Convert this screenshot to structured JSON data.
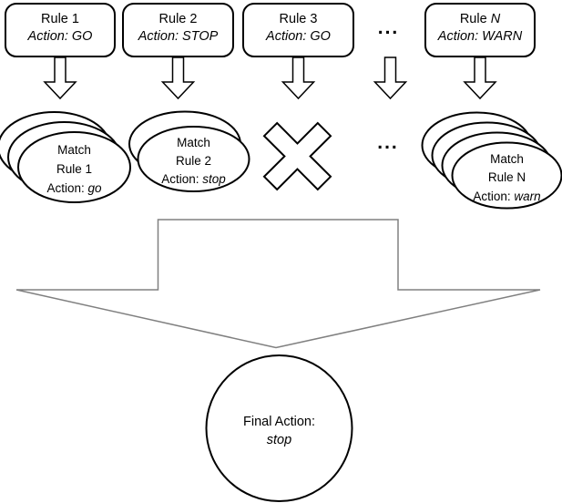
{
  "diagram_type": "rule-evaluation-flow",
  "colors": {
    "background": "#ffffff",
    "shape_stroke": "#000000",
    "funnel_stroke": "#808080",
    "text": "#000000"
  },
  "rules": [
    {
      "title_prefix": "Rule ",
      "title_n": "1",
      "action": "Action: GO"
    },
    {
      "title_prefix": "Rule ",
      "title_n": "2",
      "action": "Action: STOP"
    },
    {
      "title_prefix": "Rule ",
      "title_n": "3",
      "action": "Action: GO"
    },
    {
      "title_prefix": "Rule ",
      "title_n": "N",
      "action": "Action: WARN"
    }
  ],
  "ellipsis": {
    "rules_row": "...",
    "matches_row": "..."
  },
  "matches": [
    {
      "line1": "Match",
      "line2": "Rule 1",
      "action_prefix": "Action: ",
      "action_value": "go",
      "copies": 3
    },
    {
      "line1": "Match",
      "line2": "Rule 2",
      "action_prefix": "Action: ",
      "action_value": "stop",
      "copies": 2
    },
    {
      "line1": "Match",
      "line2": "Rule N",
      "action_prefix": "Action: ",
      "action_value": "warn",
      "copies": 4
    }
  ],
  "no_match": {
    "rule": "Rule 3",
    "symbol": "X-cross"
  },
  "final_action": {
    "line1": "Final Action:",
    "line2": "stop"
  }
}
